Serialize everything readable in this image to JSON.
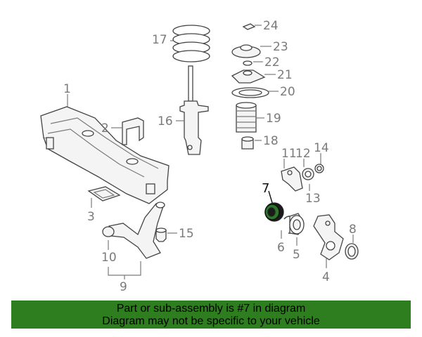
{
  "callouts": {
    "c1": "1",
    "c2": "2",
    "c3": "3",
    "c4": "4",
    "c5": "5",
    "c6": "6",
    "c7": "7",
    "c8": "8",
    "c9": "9",
    "c10": "10",
    "c11": "11",
    "c12": "12",
    "c13": "13",
    "c14": "14",
    "c15": "15",
    "c16": "16",
    "c17": "17",
    "c18": "18",
    "c19": "19",
    "c20": "20",
    "c21": "21",
    "c22": "22",
    "c23": "23",
    "c24": "24"
  },
  "banner": {
    "line1": "Part or sub-assembly is #7 in diagram",
    "line2": "Diagram may not be specific to your vehicle"
  },
  "colors": {
    "banner_bg": "#2e7d1e",
    "highlight_part": "#2a7a2a"
  }
}
